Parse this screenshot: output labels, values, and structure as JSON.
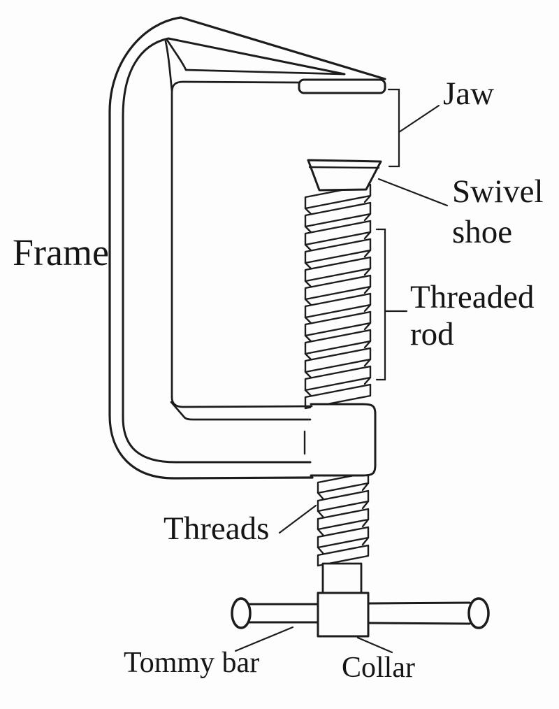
{
  "colors": {
    "background": "#fdfdfd",
    "ink": "#1c1c1c",
    "text": "#151515"
  },
  "labels": {
    "frame": "Frame",
    "jaw": "Jaw",
    "swivel_shoe": {
      "line1": "Swivel",
      "line2": "shoe"
    },
    "threaded_rod": {
      "line1": "Threaded",
      "line2": "rod"
    },
    "threads": "Threads",
    "tommy_bar": "Tommy bar",
    "collar": "Collar"
  }
}
